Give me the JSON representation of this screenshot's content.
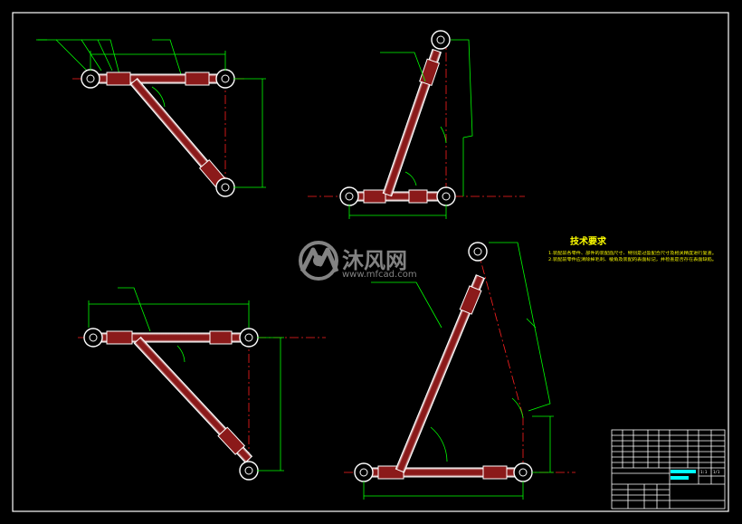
{
  "watermark": {
    "name_cn": "沐风网",
    "url": "www.mfcad.com",
    "logo": "mf-logo-icon"
  },
  "technical_requirements": {
    "title": "技术要求",
    "lines": [
      "1.装配前各零件、部件的装配面尺寸、特别是过盈配合尺寸及相关精度进行复查。",
      "2.装配前零件应清除掉毛刺、棱角及装配的表面标记，并检查是否存在表面缺陷。"
    ]
  },
  "title_block": {
    "scale_label": "1:1",
    "sheet_label": "1/1"
  },
  "colors": {
    "background": "#000000",
    "outline": "#ffffff",
    "part_fill": "#8b1a1a",
    "dimension": "#00ff00",
    "centerline": "#ff2020",
    "requirements": "#ffff00",
    "title_block": "#ffffff",
    "watermark": "#9a9a9a"
  }
}
